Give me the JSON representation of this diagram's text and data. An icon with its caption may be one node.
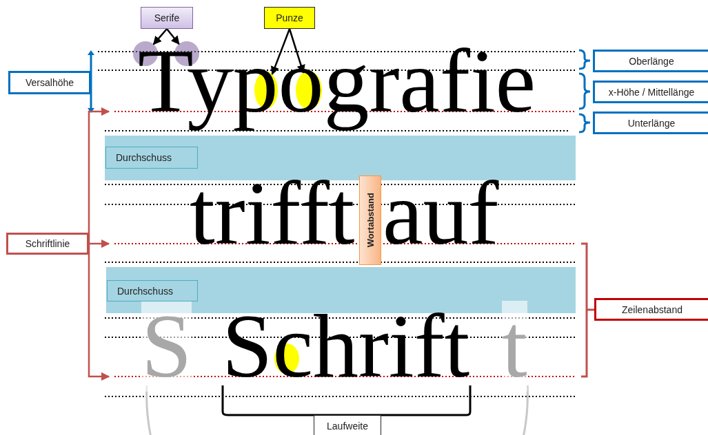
{
  "diagram": {
    "nodes": [
      {
        "text": [
          "Serife"
        ]
      },
      {
        "text": [
          "Punze"
        ]
      },
      {
        "text": [
          "Versalhöhe"
        ]
      },
      {
        "text": [
          "Oberlänge"
        ]
      },
      {
        "text": [
          "x-Höhe / Mittellänge"
        ]
      },
      {
        "text": [
          "Unterlänge"
        ]
      },
      {
        "text": [
          "Durchschuss"
        ]
      },
      {
        "text": [
          "Wortabstand"
        ]
      },
      {
        "text": [
          "Schriftlinie"
        ]
      },
      {
        "text": [
          "Durchschuss"
        ]
      },
      {
        "text": [
          "Zeilenabstand"
        ]
      },
      {
        "text": [
          "Laufweite"
        ]
      },
      {
        "text": [],
        "shape": "circle"
      },
      {
        "text": [],
        "shape": "circle"
      },
      {
        "text": [],
        "shape": "circle"
      },
      {
        "text": [],
        "shape": "circle"
      }
    ],
    "edges": [
      {
        "from": 0,
        "to": 12,
        "arrow": "to"
      },
      {
        "from": 0,
        "to": 13,
        "arrow": "to"
      },
      {
        "from": 1,
        "to": 14,
        "arrow": "to"
      },
      {
        "from": 1,
        "to": 15,
        "arrow": "to"
      },
      {
        "from": 8,
        "to": null,
        "arrow": "to",
        "color": "#c0504d"
      },
      {
        "from": 8,
        "to": null,
        "arrow": "to",
        "color": "#c0504d"
      },
      {
        "from": 8,
        "to": null,
        "arrow": "to",
        "color": "#c0504d"
      }
    ],
    "labels": [
      "Typografie",
      "trifft",
      "auf",
      "S",
      "Schrift",
      "t"
    ]
  }
}
